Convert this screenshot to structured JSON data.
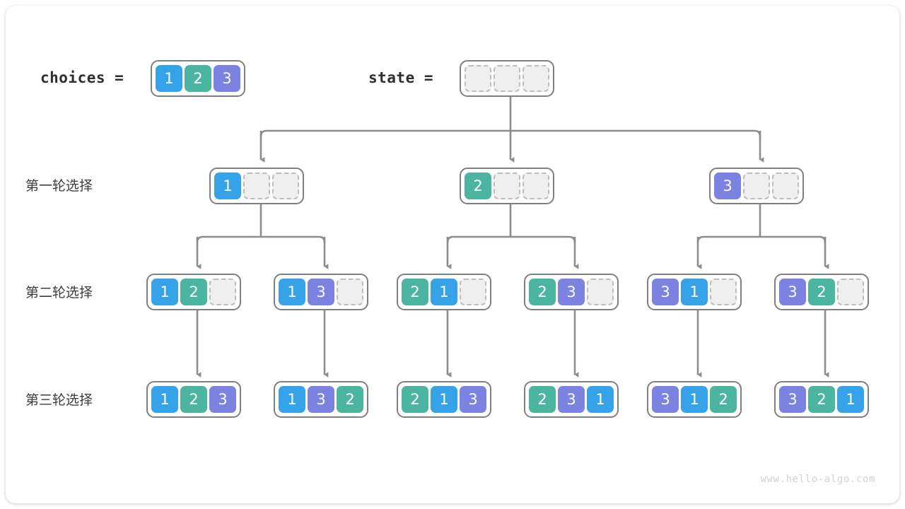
{
  "diagram": {
    "title_vars": {
      "choices_label": "choices =",
      "state_label": "state ="
    },
    "row_labels": [
      "第一轮选择",
      "第二轮选择",
      "第三轮选择"
    ],
    "watermark": "www.hello-algo.com",
    "palette": {
      "value_1": "#36a3e8",
      "value_2": "#4cb5a0",
      "value_3": "#7b82e0",
      "empty_fill": "#efefef",
      "empty_border": "#bdbdbd",
      "frame_border": "#808080",
      "connector": "#8c8c8c",
      "text": "#2e2e2e"
    },
    "choices": {
      "cells": [
        "1",
        "2",
        "3"
      ]
    },
    "state": {
      "cells": [
        "",
        "",
        ""
      ]
    },
    "level1": [
      {
        "cells": [
          "1",
          "",
          ""
        ]
      },
      {
        "cells": [
          "2",
          "",
          ""
        ]
      },
      {
        "cells": [
          "3",
          "",
          ""
        ]
      }
    ],
    "level2": [
      {
        "cells": [
          "1",
          "2",
          ""
        ]
      },
      {
        "cells": [
          "1",
          "3",
          ""
        ]
      },
      {
        "cells": [
          "2",
          "1",
          ""
        ]
      },
      {
        "cells": [
          "2",
          "3",
          ""
        ]
      },
      {
        "cells": [
          "3",
          "1",
          ""
        ]
      },
      {
        "cells": [
          "3",
          "2",
          ""
        ]
      }
    ],
    "level3": [
      {
        "cells": [
          "1",
          "2",
          "3"
        ]
      },
      {
        "cells": [
          "1",
          "3",
          "2"
        ]
      },
      {
        "cells": [
          "2",
          "1",
          "3"
        ]
      },
      {
        "cells": [
          "2",
          "3",
          "1"
        ]
      },
      {
        "cells": [
          "3",
          "1",
          "2"
        ]
      },
      {
        "cells": [
          "3",
          "2",
          "1"
        ]
      }
    ]
  }
}
